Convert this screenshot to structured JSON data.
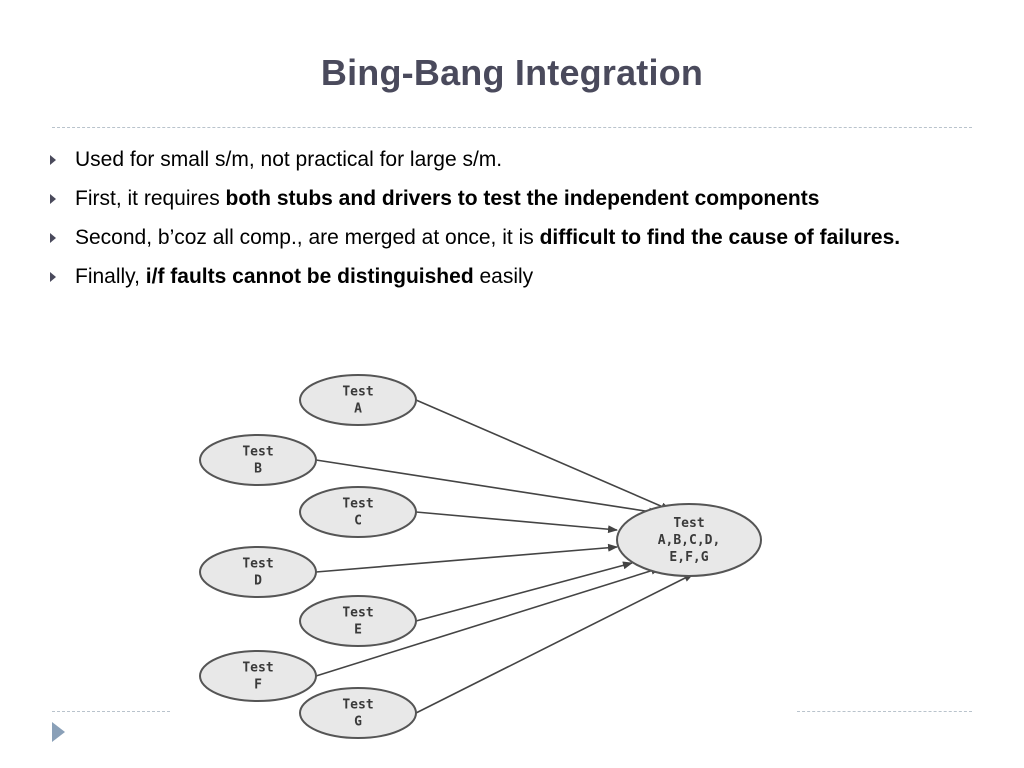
{
  "slide": {
    "title": "Bing-Bang Integration",
    "bullets": [
      {
        "parts": [
          {
            "text": "Used for small s/m, not practical for large s/m.",
            "bold": false
          }
        ]
      },
      {
        "parts": [
          {
            "text": "First, it requires ",
            "bold": false
          },
          {
            "text": "both stubs and drivers to test the independent components",
            "bold": true
          }
        ]
      },
      {
        "parts": [
          {
            "text": "Second, b’coz all comp., are merged at once, it is ",
            "bold": false
          },
          {
            "text": "difficult to find the cause of failures.",
            "bold": true
          }
        ]
      },
      {
        "parts": [
          {
            "text": "Finally, ",
            "bold": false
          },
          {
            "text": "i/f faults cannot be distinguished",
            "bold": true
          },
          {
            "text": " easily",
            "bold": false
          }
        ]
      }
    ]
  },
  "diagram": {
    "nodes": [
      {
        "id": "a",
        "lines": [
          "Test",
          "A"
        ]
      },
      {
        "id": "b",
        "lines": [
          "Test",
          "B"
        ]
      },
      {
        "id": "c",
        "lines": [
          "Test",
          "C"
        ]
      },
      {
        "id": "d",
        "lines": [
          "Test",
          "D"
        ]
      },
      {
        "id": "e",
        "lines": [
          "Test",
          "E"
        ]
      },
      {
        "id": "f",
        "lines": [
          "Test",
          "F"
        ]
      },
      {
        "id": "g",
        "lines": [
          "Test",
          "G"
        ]
      }
    ],
    "target": {
      "id": "all",
      "lines": [
        "Test",
        "A,B,C,D,",
        "E,F,G"
      ]
    },
    "colors": {
      "node_fill": "#e8e8e8",
      "node_stroke": "#555555",
      "edge": "#444444"
    }
  }
}
